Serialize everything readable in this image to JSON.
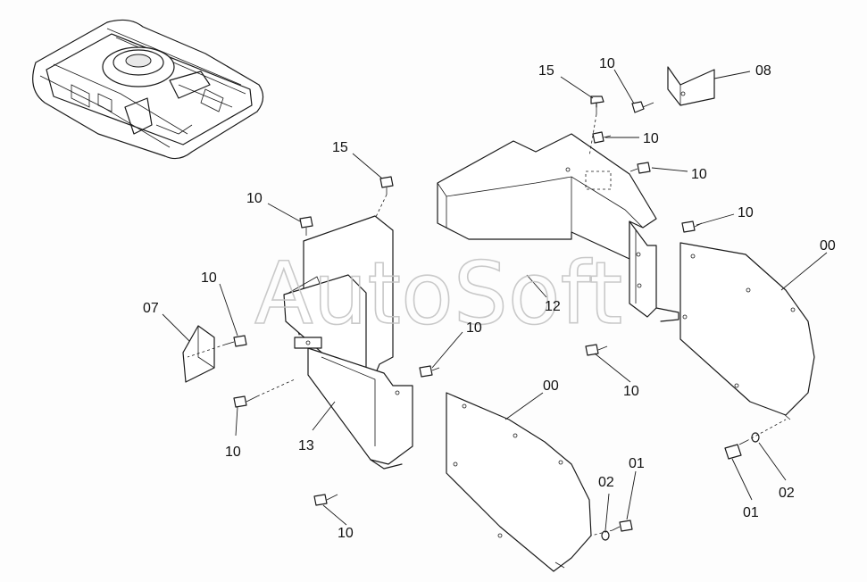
{
  "watermark": "AutoSoft",
  "callouts": {
    "c15_top": "15",
    "c10_top": "10",
    "c08": "08",
    "c10_r1": "10",
    "c10_r2": "10",
    "c10_r3": "10",
    "c12": "12",
    "c00_right": "00",
    "c15_left": "15",
    "c10_left_a": "10",
    "c10_left_b": "10",
    "c07": "07",
    "c10_mid": "10",
    "c10_low_mid": "10",
    "c10_left_c": "10",
    "c13": "13",
    "c10_bottom": "10",
    "c00_center": "00",
    "c02_center": "02",
    "c01_center": "01",
    "c01_right": "01",
    "c02_right": "02"
  }
}
